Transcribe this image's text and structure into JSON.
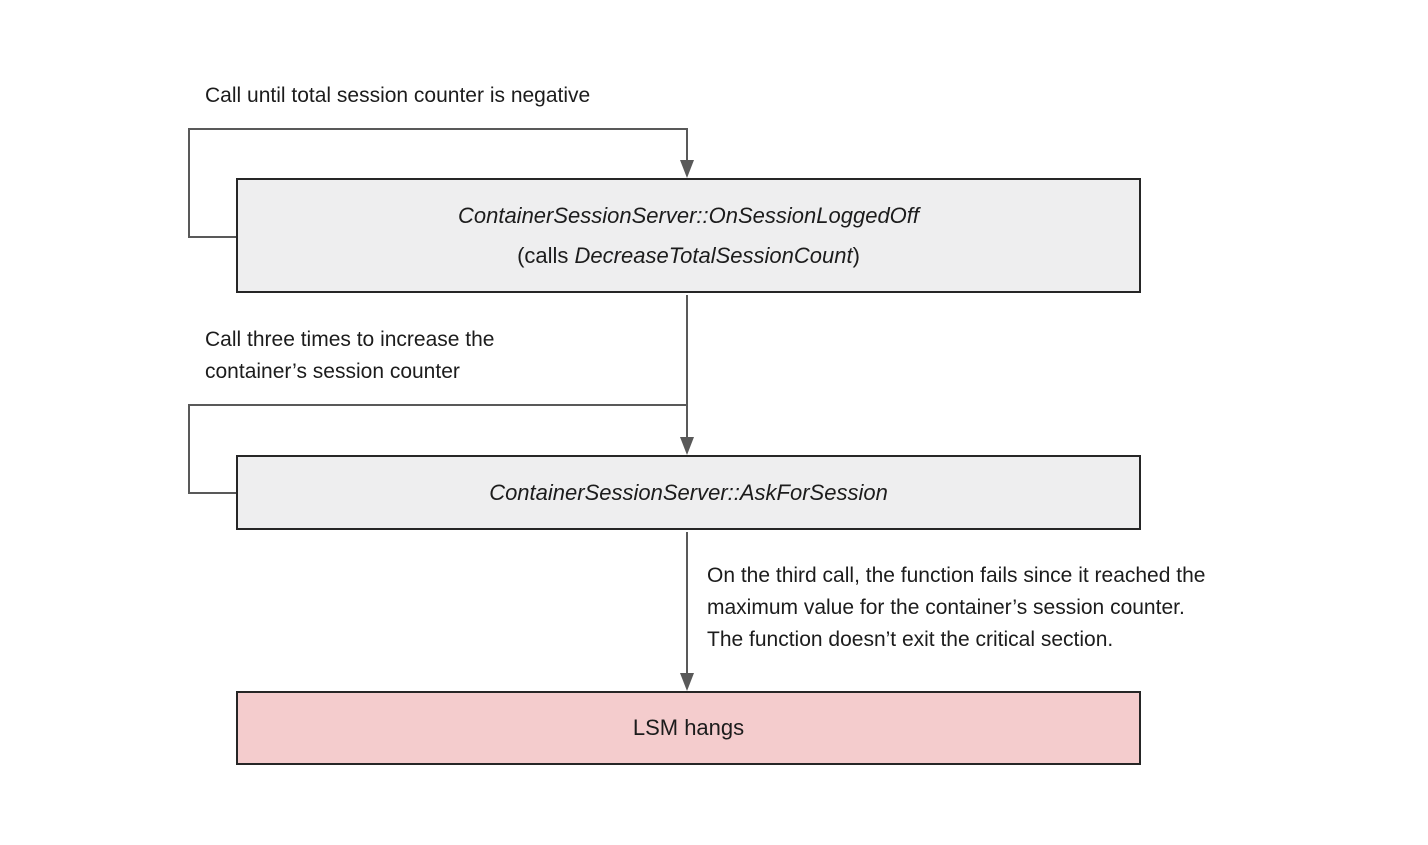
{
  "colors": {
    "background": "#ffffff",
    "text": "#1c1c1c",
    "box_fill": "#eeeeef",
    "box_border": "#262626",
    "error_fill": "#f4cccd",
    "connector": "#595959"
  },
  "annotations": {
    "loop_top": "Call until total session counter is negative",
    "loop_middle": "Call three times to increase the\ncontainer’s session counter",
    "failure_note": "On the third call, the function fails since it reached the\nmaximum value for the container’s session counter.\nThe function doesn’t exit the critical section."
  },
  "nodes": {
    "on_session_logged_off": {
      "title": "ContainerSessionServer::OnSessionLoggedOff",
      "subtitle_prefix": "(calls ",
      "subtitle_emphasis": "DecreaseTotalSessionCount",
      "subtitle_suffix": ")"
    },
    "ask_for_session": {
      "title": "ContainerSessionServer::AskForSession"
    },
    "lsm_hangs": {
      "title": "LSM hangs"
    }
  }
}
